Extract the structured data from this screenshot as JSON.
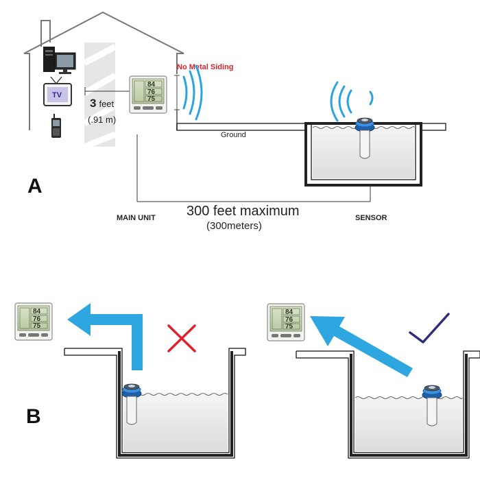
{
  "labels": {
    "no_metal_siding": "No Metal Siding",
    "ground": "Ground",
    "tv": "TV",
    "distance_value": "3",
    "distance_unit": "feet",
    "distance_metric": "(.91 m)",
    "range_max": "300 feet maximum",
    "range_metric_open": "(300",
    "range_metric_unit": "meters)",
    "main_unit": "MAIN UNIT",
    "sensor": "SENSOR",
    "panel_a": "A",
    "panel_b": "B"
  },
  "display": {
    "row1": "84",
    "row2": "76",
    "row3": "75"
  },
  "colors": {
    "signal_blue": "#29a3e1",
    "arrow_blue": "#2ea6e0",
    "cross_red": "#e0202a",
    "check_navy": "#2c2f78",
    "sensor_blue": "#2a7fd4"
  },
  "icons": {
    "wrong": "cross-icon",
    "correct": "check-icon"
  }
}
